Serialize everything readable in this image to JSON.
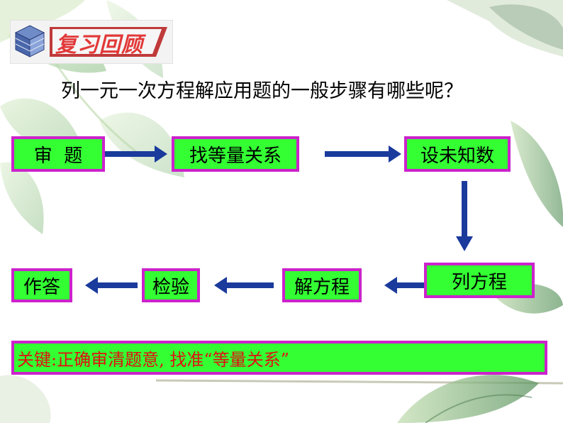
{
  "header": {
    "title": "复习回顾"
  },
  "question": "列一元一次方程解应用题的一般步骤有哪些呢？",
  "steps": {
    "s1": "审  题",
    "s2": "找等量关系",
    "s3": "设未知数",
    "s4": "列方程",
    "s5": "解方程",
    "s6": "检验",
    "s7": "作答"
  },
  "key_point": "关键:正确审清题意, 找准“等量关系”",
  "colors": {
    "box_fill": "#33ff33",
    "box_border": "#cc22cc",
    "arrow": "#1a3a9c",
    "header_text": "#e23838",
    "key_text": "#e01010"
  }
}
